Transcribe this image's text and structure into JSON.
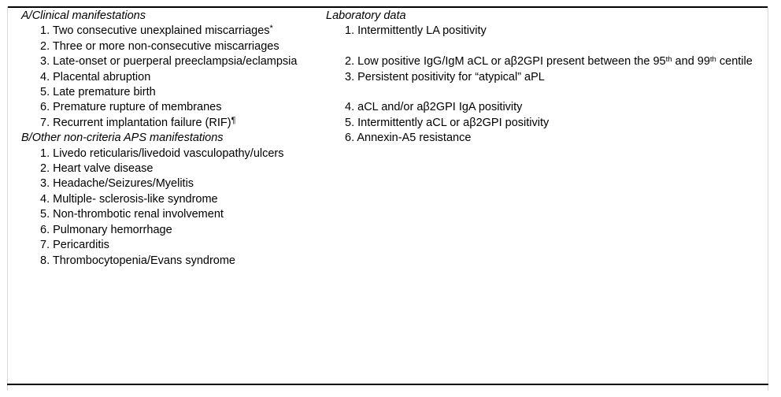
{
  "table": {
    "border_color": "#000000",
    "side_rule_color": "#d8d8d8",
    "background": "#ffffff",
    "left_column": {
      "sections": [
        {
          "heading": "A/Clinical manifestations",
          "items": [
            {
              "number": "1.",
              "text": "Two consecutive unexplained miscarriages",
              "marker": "*"
            },
            {
              "number": "2.",
              "text": "Three or more non-consecutive miscarriages",
              "marker": ""
            },
            {
              "number": "3.",
              "text": "Late-onset or puerperal preeclampsia/eclampsia",
              "marker": ""
            },
            {
              "number": "4.",
              "text": "Placental abruption",
              "marker": ""
            },
            {
              "number": "5.",
              "text": "Late premature birth",
              "marker": ""
            },
            {
              "number": "6.",
              "text": "Premature rupture of membranes",
              "marker": ""
            },
            {
              "number": "7.",
              "text": "Recurrent implantation failure (RIF)",
              "marker": "¶"
            }
          ]
        },
        {
          "heading": "B/Other non-criteria APS manifestations",
          "items": [
            {
              "number": "1.",
              "text": "Livedo reticularis/livedoid vasculopathy/ulcers",
              "marker": ""
            },
            {
              "number": "2.",
              "text": "Heart valve disease",
              "marker": ""
            },
            {
              "number": "3.",
              "text": "Headache/Seizures/Myelitis",
              "marker": ""
            },
            {
              "number": "4.",
              "text": "Multiple- sclerosis-like syndrome",
              "marker": ""
            },
            {
              "number": "5.",
              "text": "Non-thrombotic renal involvement",
              "marker": ""
            },
            {
              "number": "6.",
              "text": "Pulmonary hemorrhage",
              "marker": ""
            },
            {
              "number": "7.",
              "text": "Pericarditis",
              "marker": ""
            },
            {
              "number": "8.",
              "text": "Thrombocytopenia/Evans syndrome",
              "marker": ""
            }
          ]
        }
      ]
    },
    "right_column": {
      "heading": "Laboratory data",
      "items": [
        {
          "number": "1.",
          "before": "Intermittently LA positivity",
          "sup1": "",
          "middle": "",
          "sup2": "",
          "after": "",
          "blank_before": false
        },
        {
          "number": "2.",
          "before": "Low positive IgG/IgM aCL or aβ2GPI present between the 95",
          "sup1": "th",
          "middle": " and 99",
          "sup2": "th",
          "after": " centile",
          "blank_before": true
        },
        {
          "number": "3.",
          "before": "Persistent positivity for “atypical” aPL",
          "sup1": "",
          "middle": "",
          "sup2": "",
          "after": "",
          "blank_before": false
        },
        {
          "number": "4.",
          "before": "aCL and/or aβ2GPI IgA positivity",
          "sup1": "",
          "middle": "",
          "sup2": "",
          "after": "",
          "blank_before": true
        },
        {
          "number": "5.",
          "before": "Intermittently aCL or aβ2GPI positivity",
          "sup1": "",
          "middle": "",
          "sup2": "",
          "after": "",
          "blank_before": false
        },
        {
          "number": "6.",
          "before": "Annexin-A5 resistance",
          "sup1": "",
          "middle": "",
          "sup2": "",
          "after": "",
          "blank_before": false
        }
      ]
    }
  }
}
